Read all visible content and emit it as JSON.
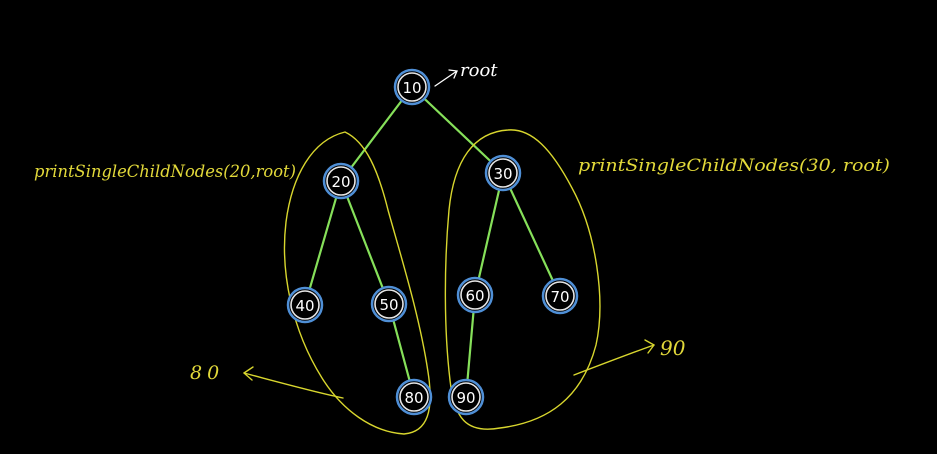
{
  "tree": {
    "nodes": [
      {
        "id": "n10",
        "label": "10"
      },
      {
        "id": "n20",
        "label": "20"
      },
      {
        "id": "n30",
        "label": "30"
      },
      {
        "id": "n40",
        "label": "40"
      },
      {
        "id": "n50",
        "label": "50"
      },
      {
        "id": "n60",
        "label": "60"
      },
      {
        "id": "n70",
        "label": "70"
      },
      {
        "id": "n80",
        "label": "80"
      },
      {
        "id": "n90",
        "label": "90"
      }
    ],
    "edges": [
      [
        "n10",
        "n20"
      ],
      [
        "n10",
        "n30"
      ],
      [
        "n20",
        "n40"
      ],
      [
        "n20",
        "n50"
      ],
      [
        "n30",
        "n60"
      ],
      [
        "n30",
        "n70"
      ],
      [
        "n50",
        "n80"
      ],
      [
        "n60",
        "n90"
      ]
    ]
  },
  "annotations": {
    "root_label": "root",
    "left_call": "printSingleChildNodes(20,root)",
    "right_call": "printSingleChildNodes(30, root)",
    "left_output": "80",
    "right_output": "90"
  },
  "colors": {
    "background": "#000000",
    "edge": "#86e05a",
    "node_ring": "#4f8fd6",
    "handwriting": "#e2d93a"
  }
}
